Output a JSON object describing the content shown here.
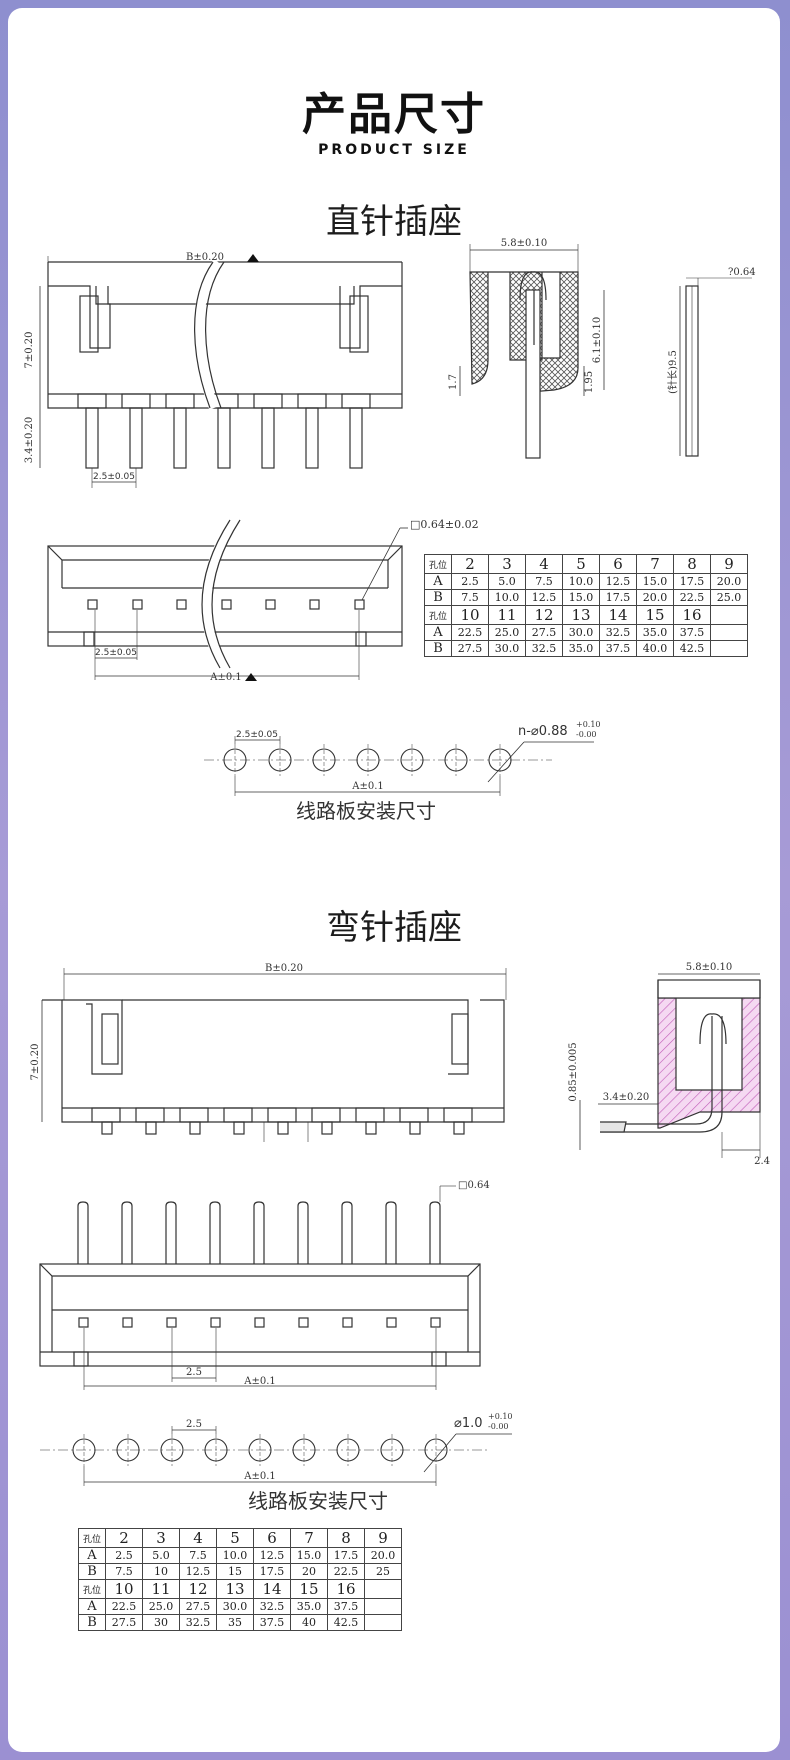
{
  "header": {
    "title": "产品尺寸",
    "subtitle": "PRODUCT SIZE"
  },
  "straight": {
    "title": "直针插座",
    "dims": {
      "b_width": "B±0.20",
      "height_main": "7±0.20",
      "pin_len": "3.4±0.20",
      "pitch": "2.5±0.05",
      "side_width": "5.8±0.10",
      "side_height": "6.1±0.10",
      "side_small1": "1.7",
      "side_small2": "1.95",
      "pin_sq": "?0.64",
      "pin_total": "(针长)9.5",
      "pin_square": "□0.64±0.02",
      "a_len": "A±0.1",
      "pcb_hole": "n-⌀0.88",
      "pcb_hole_tol_up": "+0.10",
      "pcb_hole_tol_dn": "-0.00",
      "pcb_label": "线路板安装尺寸"
    },
    "table": {
      "rows": [
        [
          "孔位",
          "2",
          "3",
          "4",
          "5",
          "6",
          "7",
          "8",
          "9"
        ],
        [
          "A",
          "2.5",
          "5.0",
          "7.5",
          "10.0",
          "12.5",
          "15.0",
          "17.5",
          "20.0"
        ],
        [
          "B",
          "7.5",
          "10.0",
          "12.5",
          "15.0",
          "17.5",
          "20.0",
          "22.5",
          "25.0"
        ],
        [
          "孔位",
          "10",
          "11",
          "12",
          "13",
          "14",
          "15",
          "16",
          ""
        ],
        [
          "A",
          "22.5",
          "25.0",
          "27.5",
          "30.0",
          "32.5",
          "35.0",
          "37.5",
          ""
        ],
        [
          "B",
          "27.5",
          "30.0",
          "32.5",
          "35.0",
          "37.5",
          "40.0",
          "42.5",
          ""
        ]
      ]
    }
  },
  "bent": {
    "title": "弯针插座",
    "dims": {
      "b_width": "B±0.20",
      "height_main": "7±0.20",
      "side_width": "5.8±0.10",
      "side_pin_h": "0.85±0.005",
      "side_pin_len": "3.4±0.20",
      "side_pin_off": "2.4",
      "pin_square": "□0.64",
      "pitch": "2.5",
      "a_len": "A±0.1",
      "pcb_hole": "⌀1.0",
      "pcb_hole_tol_up": "+0.10",
      "pcb_hole_tol_dn": "-0.00",
      "pcb_label": "线路板安装尺寸"
    },
    "table": {
      "rows": [
        [
          "孔位",
          "2",
          "3",
          "4",
          "5",
          "6",
          "7",
          "8",
          "9"
        ],
        [
          "A",
          "2.5",
          "5.0",
          "7.5",
          "10.0",
          "12.5",
          "15.0",
          "17.5",
          "20.0"
        ],
        [
          "B",
          "7.5",
          "10",
          "12.5",
          "15",
          "17.5",
          "20",
          "22.5",
          "25"
        ],
        [
          "孔位",
          "10",
          "11",
          "12",
          "13",
          "14",
          "15",
          "16",
          ""
        ],
        [
          "A",
          "22.5",
          "25.0",
          "27.5",
          "30.0",
          "32.5",
          "35.0",
          "37.5",
          ""
        ],
        [
          "B",
          "27.5",
          "30",
          "32.5",
          "35",
          "37.5",
          "40",
          "42.5",
          ""
        ]
      ]
    }
  }
}
